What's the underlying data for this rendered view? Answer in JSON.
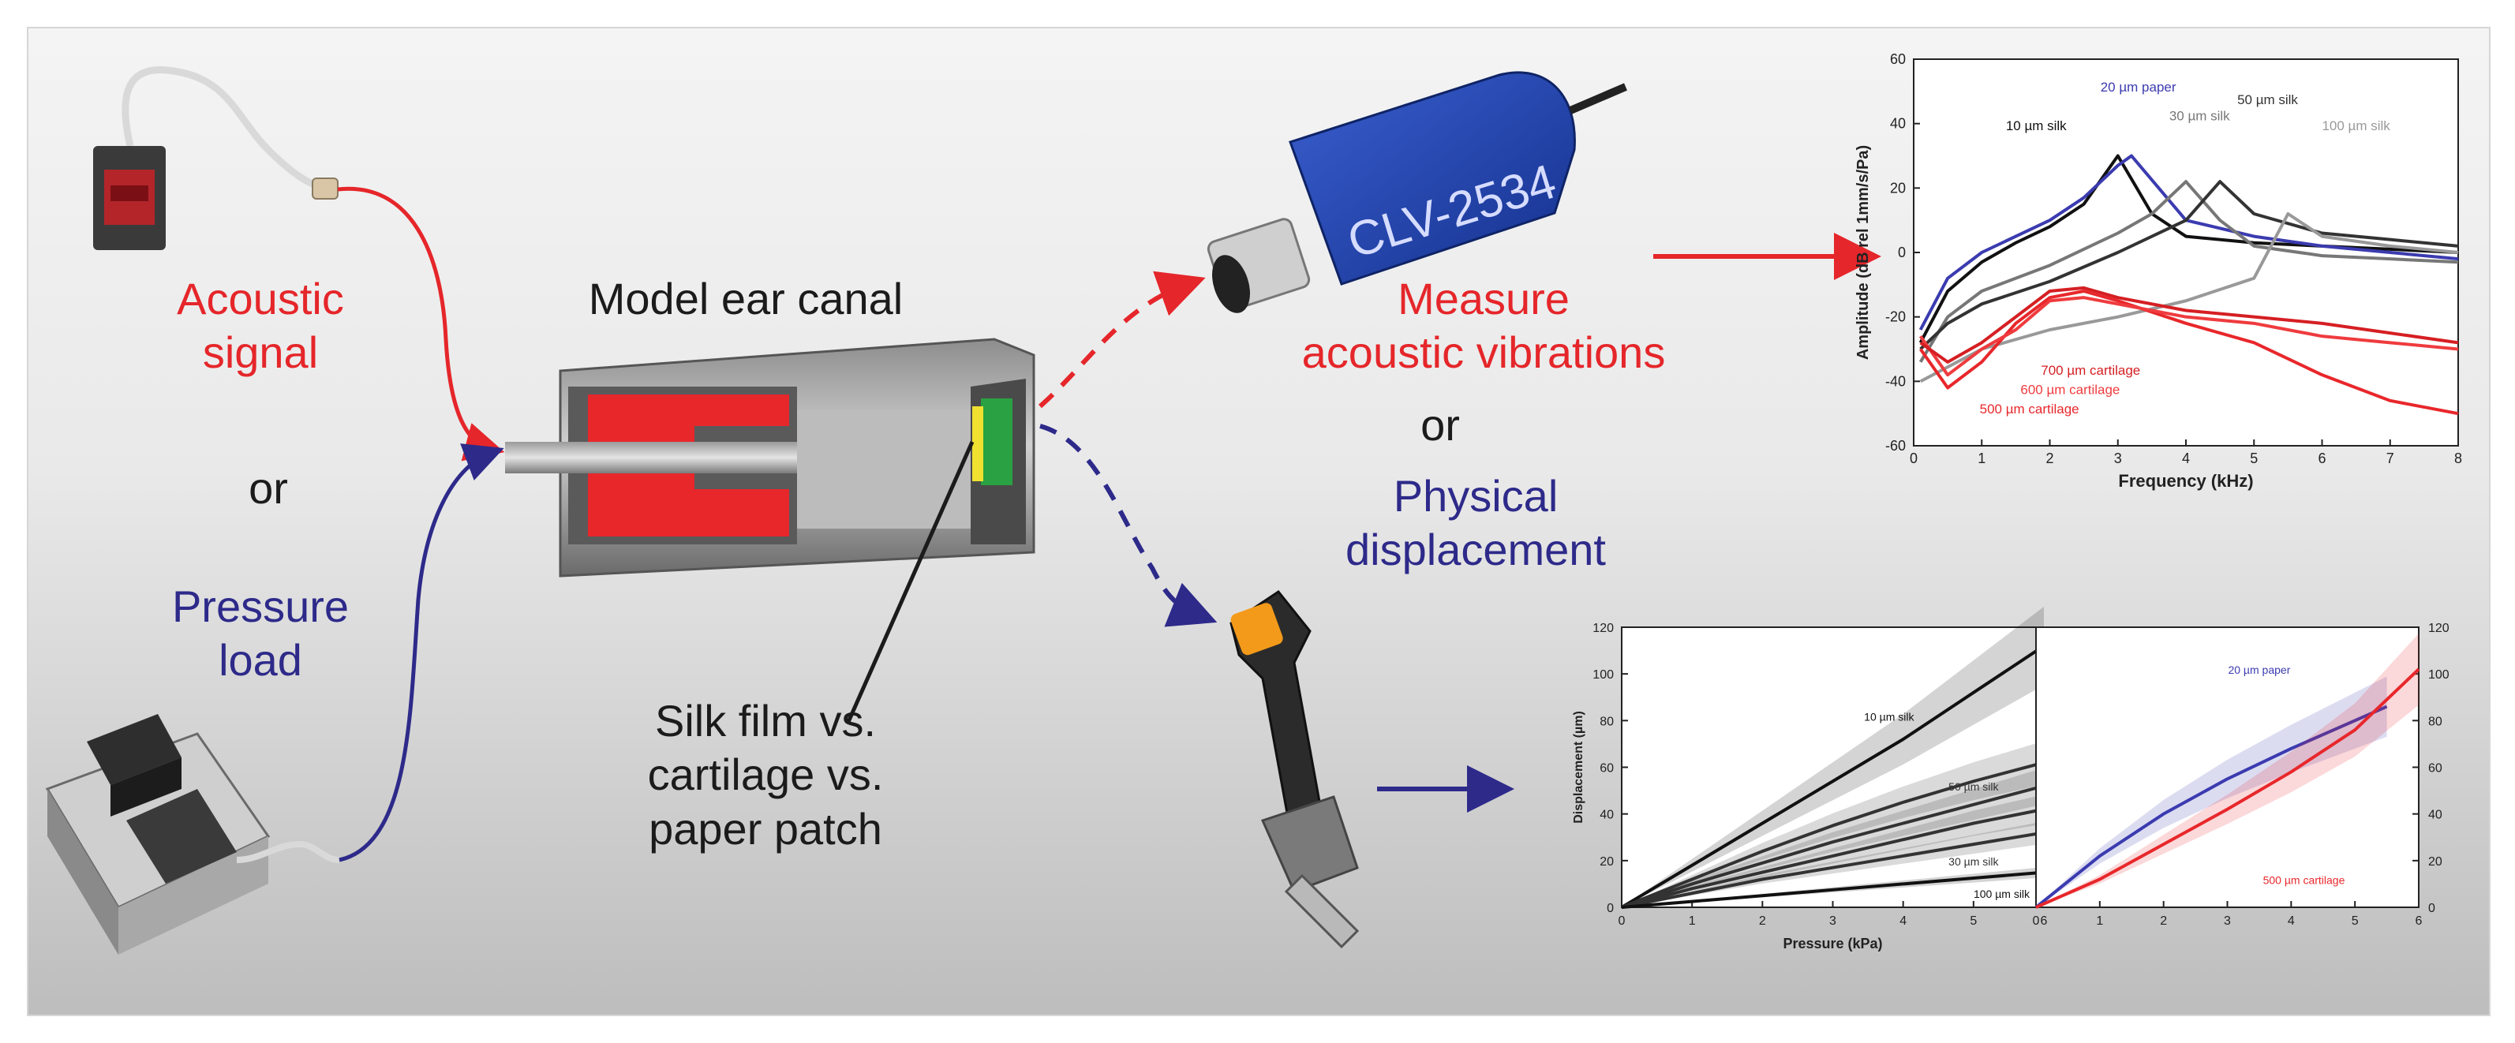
{
  "labels": {
    "acoustic_line1": "Acoustic",
    "acoustic_line2": "signal",
    "or_left": "or",
    "pressure_line1": "Pressure",
    "pressure_line2": "load",
    "model_ear_canal": "Model ear canal",
    "patch_line1": "Silk film vs.",
    "patch_line2": "cartilage vs.",
    "patch_line3": "paper patch",
    "measure_line1": "Measure",
    "measure_line2": "acoustic vibrations",
    "or_right": "or",
    "physical_line1": "Physical",
    "physical_line2": "displacement",
    "vibrometer_label": "CLV-2534"
  },
  "colors": {
    "acoustic": "#e5262a",
    "pressure": "#2d2a8a",
    "text": "#1b1b1b"
  },
  "chart_data": [
    {
      "type": "line",
      "xlabel": "Frequency (kHz)",
      "ylabel": "Amplitude (dB rel 1mm/s/Pa)",
      "xlim": [
        0,
        8
      ],
      "ylim": [
        -60,
        60
      ],
      "xticks": [
        0,
        1,
        2,
        3,
        4,
        5,
        6,
        7,
        8
      ],
      "yticks": [
        -60,
        -40,
        -20,
        0,
        20,
        40,
        60
      ],
      "series": [
        {
          "name": "10 µm silk",
          "color": "#111111",
          "x": [
            0.1,
            0.5,
            1,
            1.5,
            2,
            2.5,
            3,
            3.5,
            4,
            5,
            6,
            7,
            8
          ],
          "y": [
            -28,
            -12,
            -3,
            3,
            8,
            15,
            30,
            12,
            5,
            3,
            2,
            1,
            0
          ]
        },
        {
          "name": "20 µm paper",
          "color": "#3b3bb0",
          "x": [
            0.1,
            0.5,
            1,
            1.5,
            2,
            2.5,
            3,
            3.2,
            3.6,
            4,
            5,
            6,
            7,
            8
          ],
          "y": [
            -24,
            -8,
            0,
            5,
            10,
            17,
            27,
            30,
            20,
            10,
            5,
            2,
            0,
            -2
          ]
        },
        {
          "name": "30 µm silk",
          "color": "#777777",
          "x": [
            0.1,
            0.5,
            1,
            2,
            3,
            3.5,
            4,
            4.5,
            5,
            6,
            7,
            8
          ],
          "y": [
            -34,
            -20,
            -12,
            -4,
            6,
            12,
            22,
            10,
            2,
            -1,
            -2,
            -3
          ]
        },
        {
          "name": "50 µm silk",
          "color": "#333333",
          "x": [
            0.1,
            0.5,
            1,
            2,
            3,
            4,
            4.5,
            5,
            6,
            7,
            8
          ],
          "y": [
            -30,
            -22,
            -16,
            -9,
            0,
            10,
            22,
            12,
            6,
            4,
            2
          ]
        },
        {
          "name": "100 µm silk",
          "color": "#999999",
          "x": [
            0.1,
            1,
            2,
            3,
            4,
            5,
            5.5,
            6,
            7,
            8
          ],
          "y": [
            -40,
            -30,
            -24,
            -20,
            -15,
            -8,
            12,
            5,
            2,
            0
          ]
        },
        {
          "name": "500 µm cartilage",
          "color": "#e8272b",
          "x": [
            0.1,
            0.5,
            1,
            1.5,
            2,
            2.5,
            3,
            4,
            5,
            6,
            7,
            8
          ],
          "y": [
            -30,
            -42,
            -34,
            -22,
            -14,
            -12,
            -15,
            -22,
            -28,
            -38,
            -46,
            -50
          ]
        },
        {
          "name": "600 µm cartilage",
          "color": "#ef3b3e",
          "x": [
            0.1,
            0.5,
            1,
            1.5,
            2,
            2.5,
            3,
            4,
            5,
            6,
            7,
            8
          ],
          "y": [
            -26,
            -38,
            -30,
            -24,
            -15,
            -14,
            -16,
            -20,
            -22,
            -26,
            -28,
            -30
          ]
        },
        {
          "name": "700 µm cartilage",
          "color": "#d51f23",
          "x": [
            0.1,
            0.5,
            1,
            1.5,
            2,
            2.5,
            3,
            4,
            5,
            6,
            7,
            8
          ],
          "y": [
            -28,
            -34,
            -28,
            -20,
            -12,
            -11,
            -14,
            -18,
            -20,
            -22,
            -25,
            -28
          ]
        }
      ]
    },
    {
      "type": "line",
      "xlabel": "Pressure (kPa)",
      "ylabel": "Displacement (µm)",
      "xlim": [
        0,
        6
      ],
      "ylim": [
        0,
        120
      ],
      "xticks": [
        0,
        1,
        2,
        3,
        4,
        5,
        6
      ],
      "yticks": [
        0,
        20,
        40,
        60,
        80,
        100,
        120
      ],
      "series": [
        {
          "name": "10 µm silk",
          "color": "#111111",
          "x": [
            0,
            1,
            2,
            3,
            4,
            5,
            6
          ],
          "y": [
            0,
            18,
            36,
            54,
            72,
            92,
            112
          ]
        },
        {
          "name": "50 µm silk",
          "color": "#333333",
          "x": [
            0,
            1,
            2,
            3,
            4,
            5,
            6
          ],
          "y": [
            0,
            12,
            24,
            35,
            45,
            54,
            62
          ]
        },
        {
          "name": "",
          "color": "#333333",
          "x": [
            0,
            1,
            2,
            3,
            4,
            5,
            6
          ],
          "y": [
            0,
            10,
            19,
            28,
            36,
            44,
            52
          ]
        },
        {
          "name": "",
          "color": "#333333",
          "x": [
            0,
            1,
            2,
            3,
            4,
            5,
            6
          ],
          "y": [
            0,
            8,
            15,
            22,
            29,
            36,
            42
          ]
        },
        {
          "name": "30 µm silk",
          "color": "#333333",
          "x": [
            0,
            1,
            2,
            3,
            4,
            5,
            6
          ],
          "y": [
            0,
            6,
            12,
            17,
            22,
            27,
            32
          ]
        },
        {
          "name": "100 µm silk",
          "color": "#111111",
          "x": [
            0,
            1,
            2,
            3,
            4,
            5,
            6
          ],
          "y": [
            0,
            2.5,
            5,
            7.5,
            10,
            12.5,
            15
          ]
        }
      ]
    },
    {
      "type": "line",
      "xlabel": "",
      "ylabel": "",
      "xlim": [
        0,
        6
      ],
      "ylim": [
        0,
        120
      ],
      "xticks": [
        0,
        1,
        2,
        3,
        4,
        5,
        6
      ],
      "yticks": [
        0,
        20,
        40,
        60,
        80,
        100,
        120
      ],
      "series": [
        {
          "name": "20 µm paper",
          "color": "#3b3bb0",
          "x": [
            0,
            1,
            2,
            3,
            4,
            5,
            5.5
          ],
          "y": [
            0,
            22,
            40,
            55,
            68,
            80,
            86
          ]
        },
        {
          "name": "500 µm cartilage",
          "color": "#e8272b",
          "x": [
            0,
            1,
            2,
            3,
            4,
            5,
            6
          ],
          "y": [
            0,
            12,
            27,
            42,
            58,
            76,
            102
          ]
        }
      ]
    }
  ]
}
